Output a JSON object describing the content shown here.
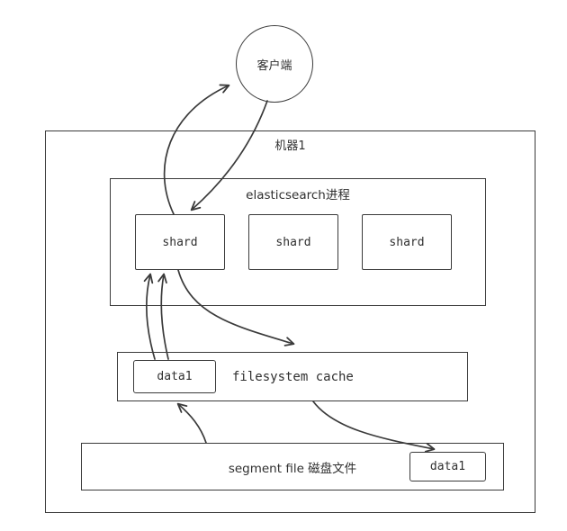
{
  "diagram": {
    "client": {
      "label": "客户端"
    },
    "machine": {
      "label": "机器1"
    },
    "es_process": {
      "label": "elasticsearch进程"
    },
    "shards": [
      {
        "label": "shard"
      },
      {
        "label": "shard"
      },
      {
        "label": "shard"
      }
    ],
    "filesystem_cache": {
      "label": "filesystem cache",
      "data": {
        "label": "data1"
      }
    },
    "segment_file": {
      "label": "segment file 磁盘文件",
      "data": {
        "label": "data1"
      }
    }
  },
  "colors": {
    "stroke": "#3a3a3a",
    "background": "#ffffff"
  }
}
